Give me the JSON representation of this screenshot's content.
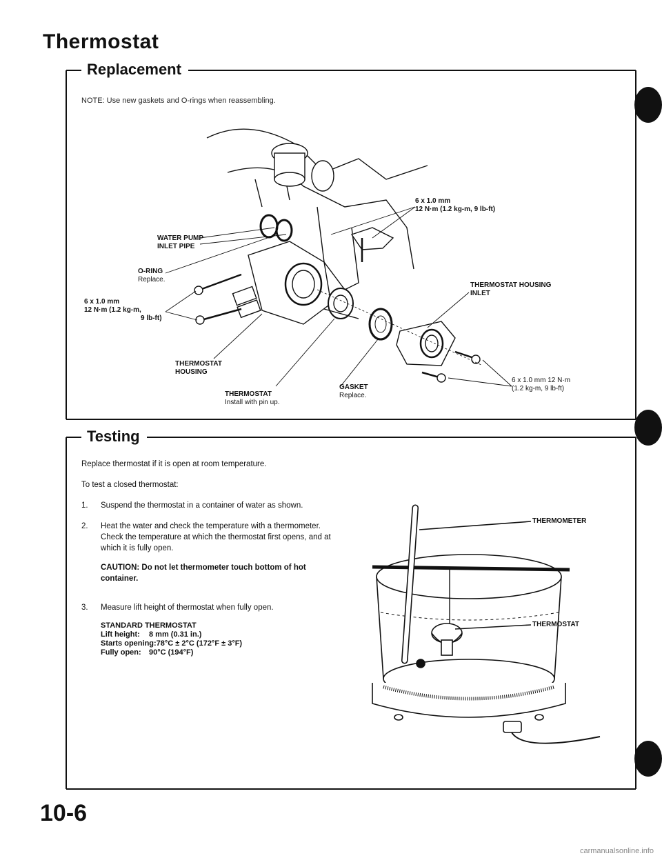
{
  "page": {
    "title": "Thermostat",
    "page_number": "10-6",
    "footer": "carmanualsonline.info"
  },
  "replacement": {
    "heading": "Replacement",
    "note": "NOTE: Use new gaskets and O-rings when reassembling.",
    "labels": {
      "bolt_top_1": "6 x 1.0 mm",
      "bolt_top_2": "12 N·m (1.2 kg-m, 9 lb-ft)",
      "water_pump_1": "WATER PUMP",
      "water_pump_2": "INLET PIPE",
      "oring_1": "O-RING",
      "oring_2": "Replace.",
      "bolt_left_1": "6 x 1.0 mm",
      "bolt_left_2": "12 N·m (1.2 kg-m,",
      "bolt_left_3": "9 lb-ft)",
      "housing_inlet_1": "THERMOSTAT HOUSING",
      "housing_inlet_2": "INLET",
      "housing_1": "THERMOSTAT",
      "housing_2": "HOUSING",
      "thermostat_1": "THERMOSTAT",
      "thermostat_2": "Install with pin up.",
      "gasket_1": "GASKET",
      "gasket_2": "Replace.",
      "bolt_right_1": "6 x 1.0 mm 12 N·m",
      "bolt_right_2": "(1.2 kg-m, 9 lb-ft)"
    }
  },
  "testing": {
    "heading": "Testing",
    "intro": "Replace thermostat if it is open at room temperature.",
    "intro2": "To test a closed thermostat:",
    "steps": [
      {
        "num": "1.",
        "text": "Suspend the thermostat in a container of water as shown."
      },
      {
        "num": "2.",
        "text": "Heat the water and check the temperature with a thermometer. Check the temperature at which the thermostat first opens, and at which it is fully open."
      },
      {
        "num": "3.",
        "text": "Measure lift height of thermostat when fully open."
      }
    ],
    "caution": "CAUTION: Do not let thermometer touch bottom of hot container.",
    "spec_title": "STANDARD THERMOSTAT",
    "spec": [
      {
        "k": "Lift height:",
        "v": "8 mm (0.31 in.)"
      },
      {
        "k": "Starts opening:",
        "v": "78°C ± 2°C (172°F ± 3°F)"
      },
      {
        "k": "Fully open:",
        "v": "90°C (194°F)"
      }
    ],
    "labels": {
      "thermometer": "THERMOMETER",
      "thermostat": "THERMOSTAT"
    }
  }
}
